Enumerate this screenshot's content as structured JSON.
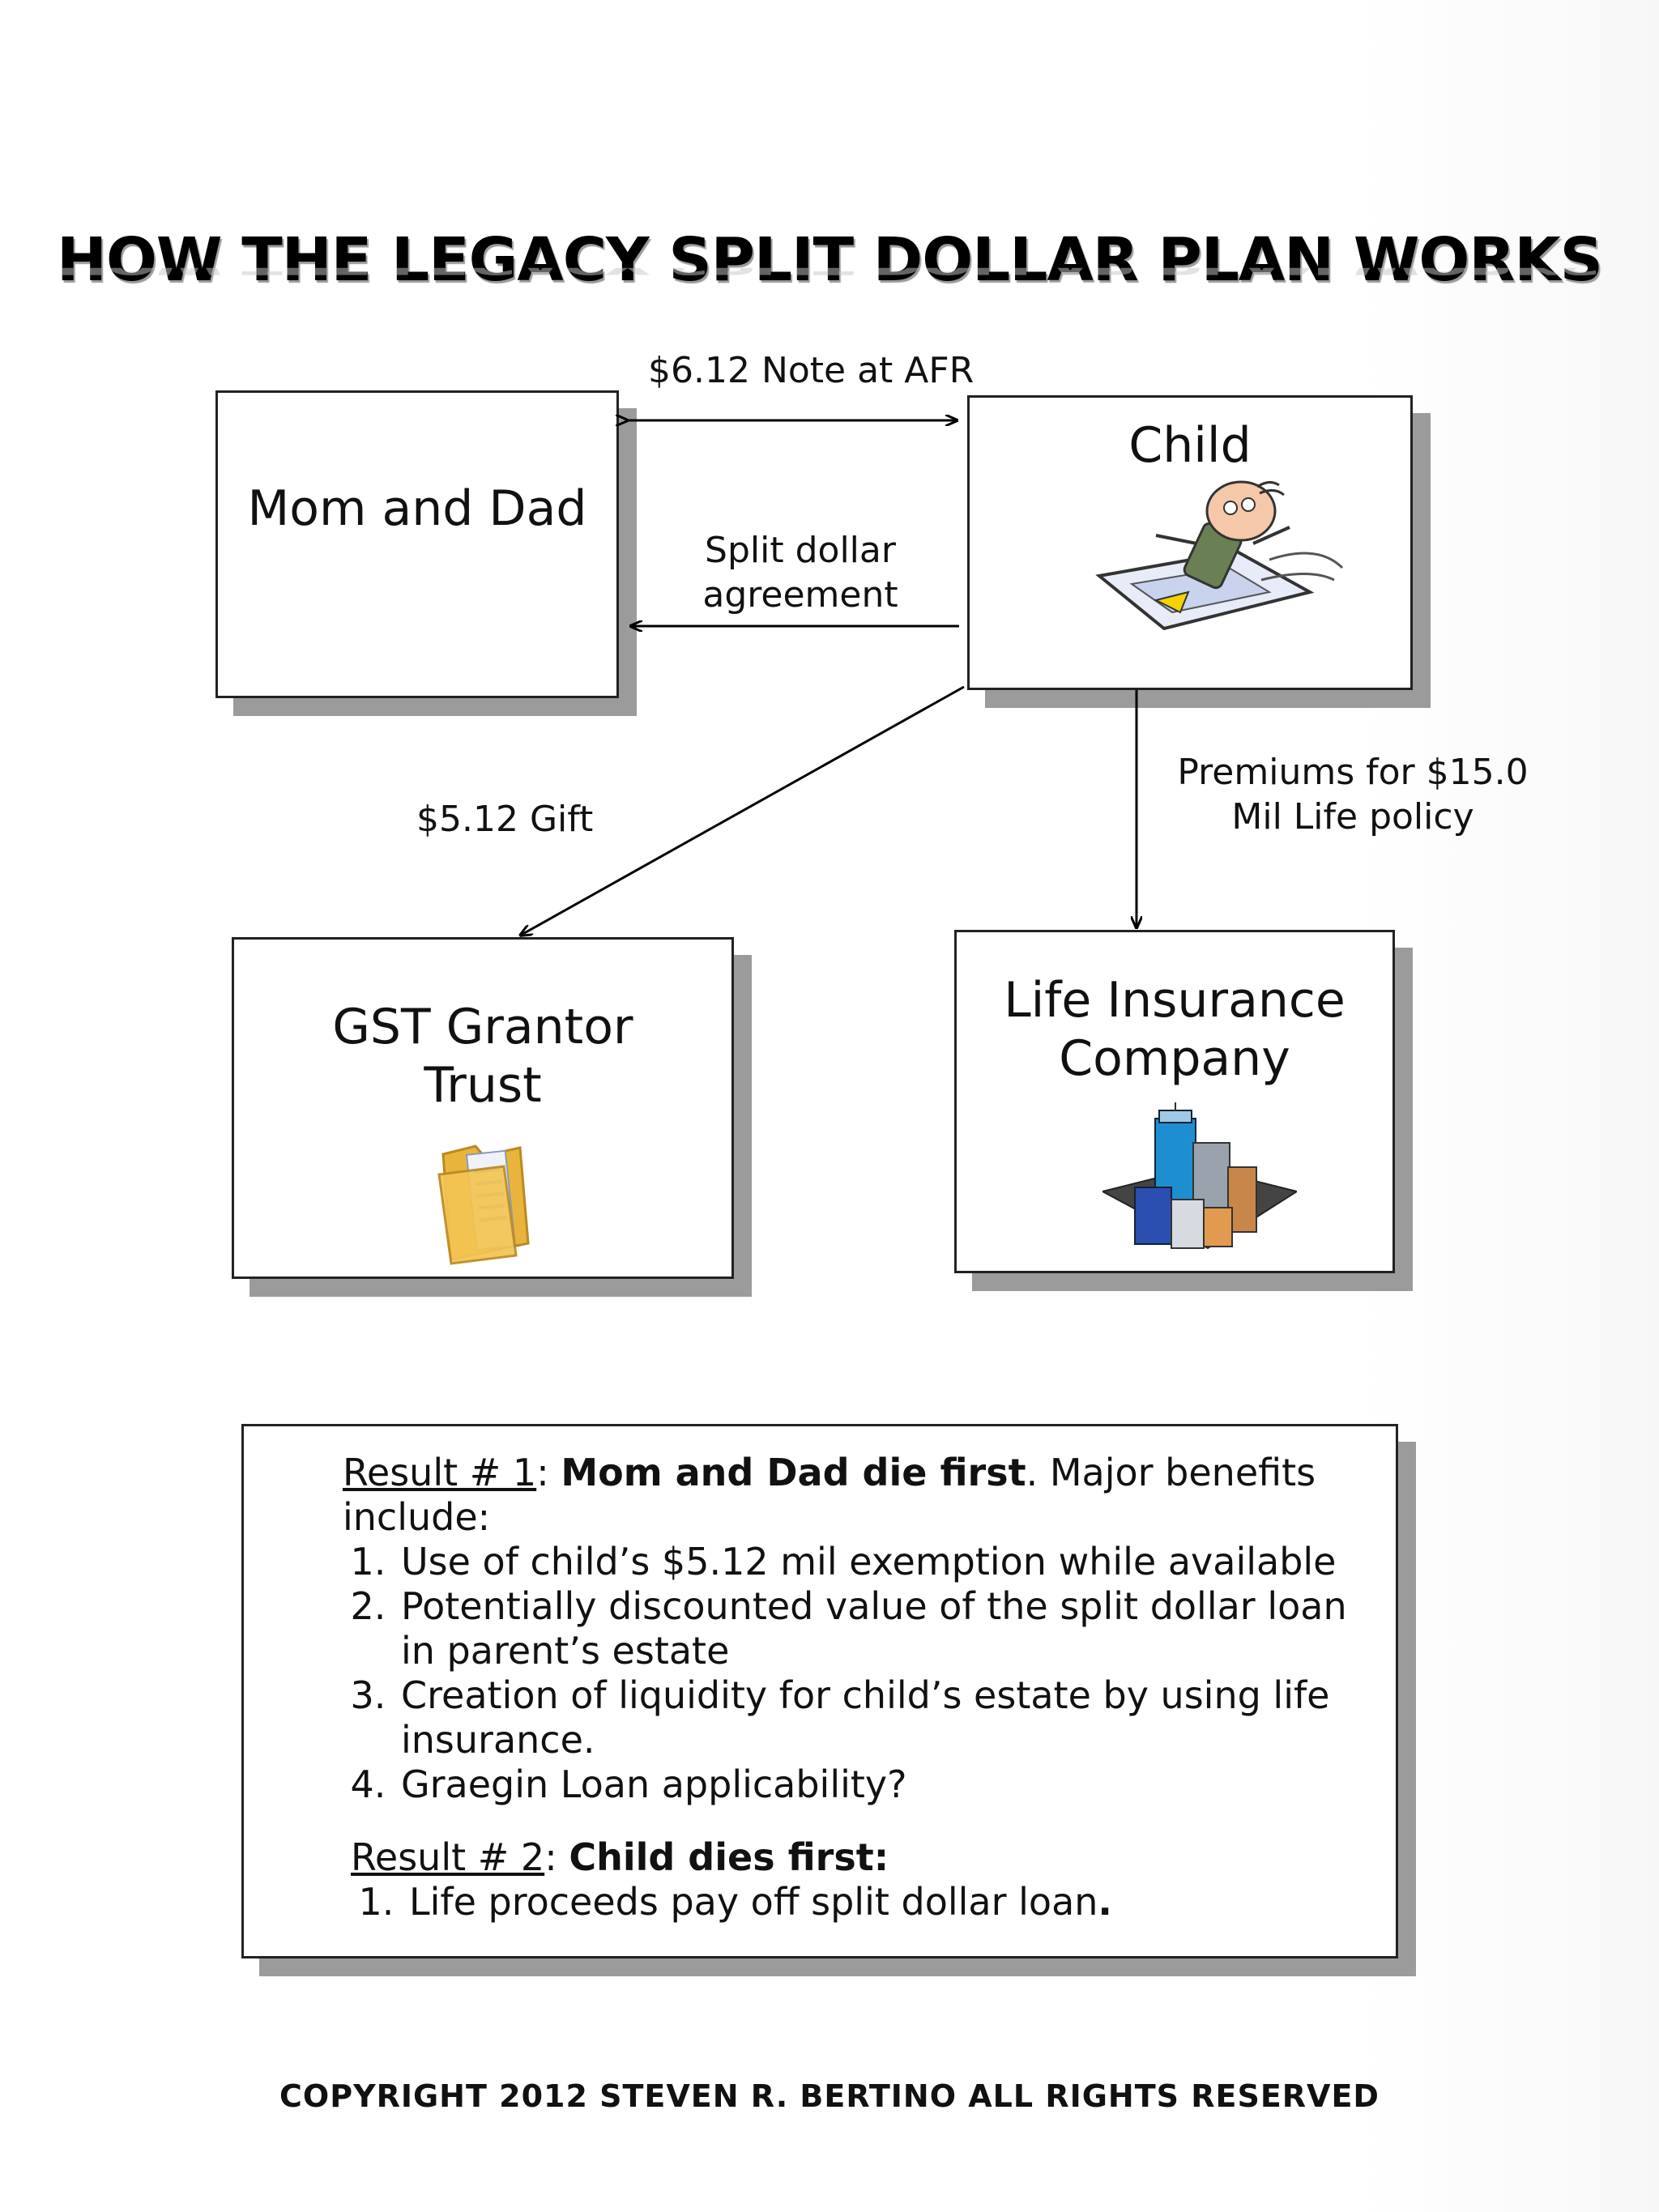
{
  "title": "HOW THE LEGACY SPLIT DOLLAR PLAN WORKS",
  "nodes": {
    "parents": "Mom and Dad",
    "child": "Child",
    "trust_line1": "GST Grantor",
    "trust_line2": "Trust",
    "insurer_line1": "Life Insurance",
    "insurer_line2": "Company"
  },
  "edges": {
    "note": "$6.12 Note at AFR",
    "split_line1": "Split dollar",
    "split_line2": "agreement",
    "gift": "$5.12 Gift",
    "premium_line1": "Premiums for $15.0",
    "premium_line2": "Mil Life policy"
  },
  "results": {
    "r1_label": "Result # 1",
    "r1_heading": "Mom and Dad die first",
    "r1_rest": ". Major benefits include:",
    "r1_items": [
      "Use of child’s $5.12 mil exemption while available",
      "Potentially discounted value of the split dollar loan in parent’s estate",
      "Creation of liquidity for child’s estate by using life insurance.",
      "Graegin Loan applicability?"
    ],
    "r2_label": "Result # 2",
    "r2_heading": "Child dies first:",
    "r2_item_text": "Life proceeds pay off split dollar loan",
    "r2_item_end": "."
  },
  "copyright": "COPYRIGHT  2012 STEVEN R. BERTINO ALL RIGHTS RESERVED"
}
